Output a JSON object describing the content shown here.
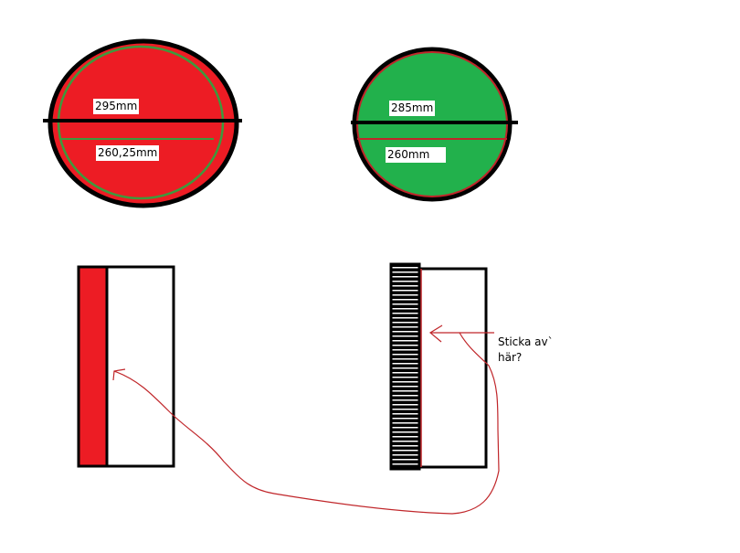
{
  "colors": {
    "red": "#ed1c24",
    "green": "#22b14c",
    "black": "#000000",
    "annotation": "#c0262a"
  },
  "left_circle": {
    "outer_label": "295mm",
    "inner_label": "260,25mm"
  },
  "right_circle": {
    "outer_label": "285mm",
    "inner_label": "260mm"
  },
  "annotation": {
    "line1": "Sticka av`",
    "line2": "här?"
  }
}
